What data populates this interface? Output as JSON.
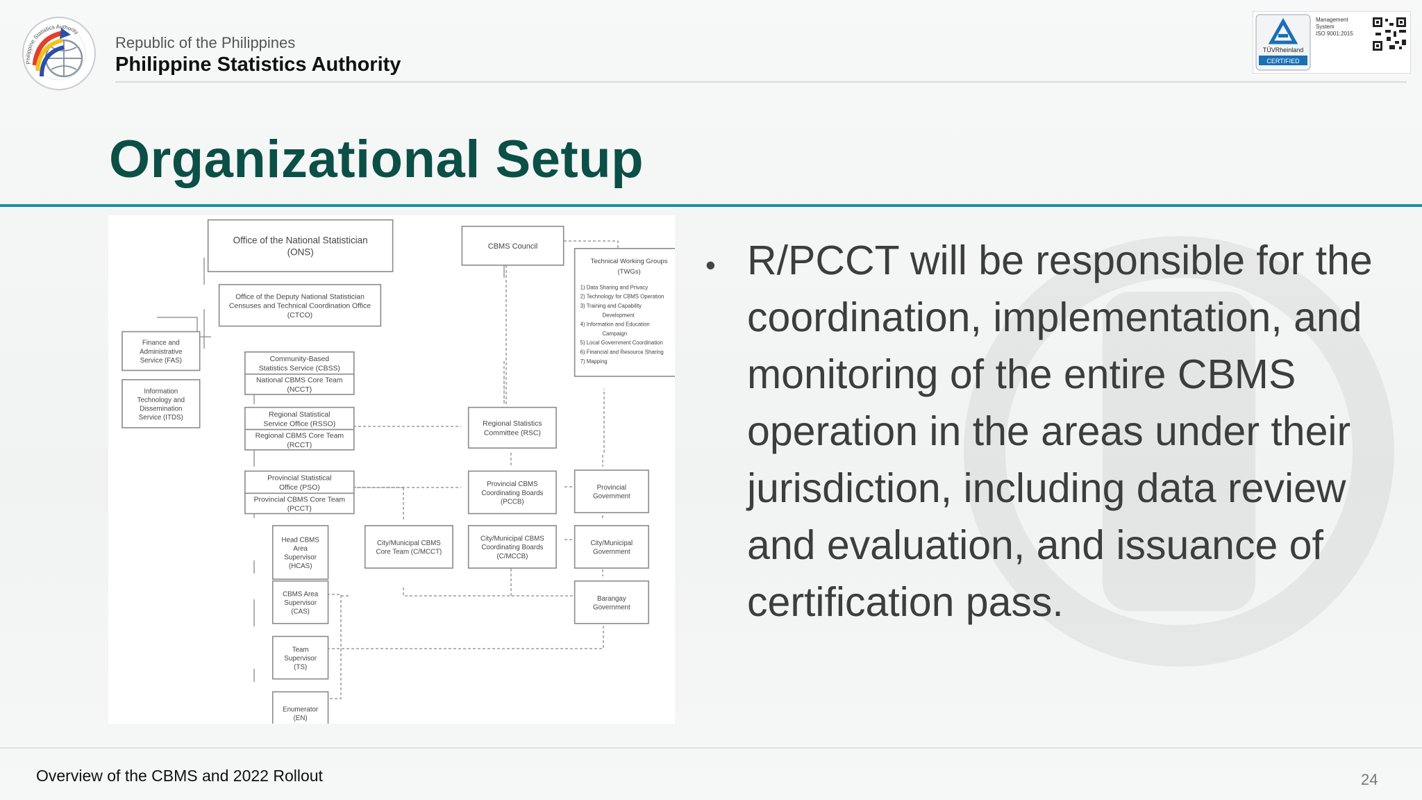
{
  "header": {
    "org_small": "Republic of the Philippines",
    "org_big": "Philippine Statistics Authority",
    "logo_name": "psa-seal-logo",
    "logo_ring_text": "Philippine Statistics Authority",
    "cert": {
      "brand": "TÜVRheinland",
      "badge": "CERTIFIED",
      "line1": "Management",
      "line2": "System",
      "line3": "ISO 9001:2015",
      "icon": "qr-code-icon"
    }
  },
  "slide": {
    "title": "Organizational Setup",
    "bullet": "R/PCCT will be responsible for the coordination, implementation, and monitoring of the entire CBMS operation in the areas under their jurisdiction, including data review and evaluation, and issuance of certification pass."
  },
  "chart": {
    "ons": [
      "Office of the National Statistician",
      "(ONS)"
    ],
    "cbms_council": [
      "CBMS Council"
    ],
    "twg": {
      "title": [
        "Technical Working Groups",
        "(TWGs)"
      ],
      "items": [
        "1) Data Sharing and Privacy",
        "2) Technology for CBMS Operation",
        "3) Training and Capability",
        "Development",
        "4) Information and Education",
        "Campaign",
        "5) Local Government Coordination",
        "6) Financial and Resource Sharing",
        "7) Mapping"
      ]
    },
    "ctco": [
      "Office of the Deputy National Statistician",
      "Censuses and Technical Coordination Office",
      "(CTCO)"
    ],
    "fas": [
      "Finance and",
      "Administrative",
      "Service (FAS)"
    ],
    "itds": [
      "Information",
      "Technology and",
      "Dissemination",
      "Service (ITDS)"
    ],
    "cbss": [
      "Community-Based",
      "Statistics Service (CBSS)"
    ],
    "ncct": [
      "National CBMS Core Team",
      "(NCCT)"
    ],
    "rsso": [
      "Regional Statistical",
      "Service Office (RSSO)"
    ],
    "rcct": [
      "Regional CBMS Core Team",
      "(RCCT)"
    ],
    "rsc": [
      "Regional Statistics",
      "Committee (RSC)"
    ],
    "pso": [
      "Provincial Statistical",
      "Office (PSO)"
    ],
    "pcct": [
      "Provincial CBMS Core Team",
      "(PCCT)"
    ],
    "pccb": [
      "Provincial CBMS",
      "Coordinating Boards",
      "(PCCB)"
    ],
    "prov_gov": [
      "Provincial",
      "Government"
    ],
    "hcas": [
      "Head CBMS",
      "Area",
      "Supervisor",
      "(HCAS)"
    ],
    "cmcct": [
      "City/Municipal CBMS",
      "Core Team (C/MCCT)"
    ],
    "cmccb": [
      "City/Municipal CBMS",
      "Coordinating Boards",
      "(C/MCCB)"
    ],
    "cm_gov": [
      "City/Municipal",
      "Government"
    ],
    "cas": [
      "CBMS Area",
      "Supervisor",
      "(CAS)"
    ],
    "brgy_gov": [
      "Barangay",
      "Government"
    ],
    "ts": [
      "Team",
      "Supervisor",
      "(TS)"
    ],
    "en": [
      "Enumerator",
      "(EN)"
    ]
  },
  "footer": {
    "text": "Overview of the CBMS and 2022 Rollout",
    "page": "24"
  },
  "colors": {
    "title": "#0b4f47",
    "accent_rule": "#1d8ea4",
    "body_text": "#3d3d3d"
  }
}
